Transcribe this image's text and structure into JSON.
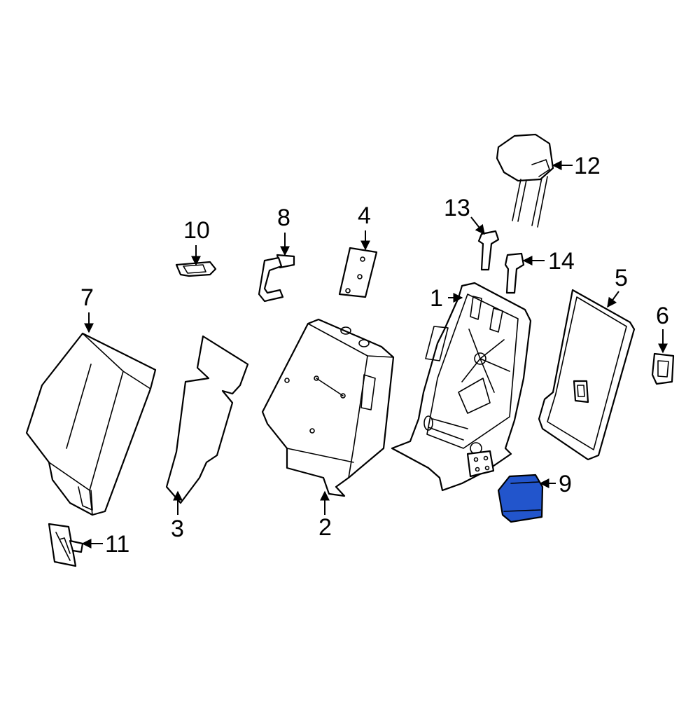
{
  "highlight_color": "#2255cc",
  "callouts": {
    "p1": "1",
    "p2": "2",
    "p3": "3",
    "p4": "4",
    "p5": "5",
    "p6": "6",
    "p7": "7",
    "p8": "8",
    "p9": "9",
    "p10": "10",
    "p11": "11",
    "p12": "12",
    "p13": "13",
    "p14": "14"
  }
}
